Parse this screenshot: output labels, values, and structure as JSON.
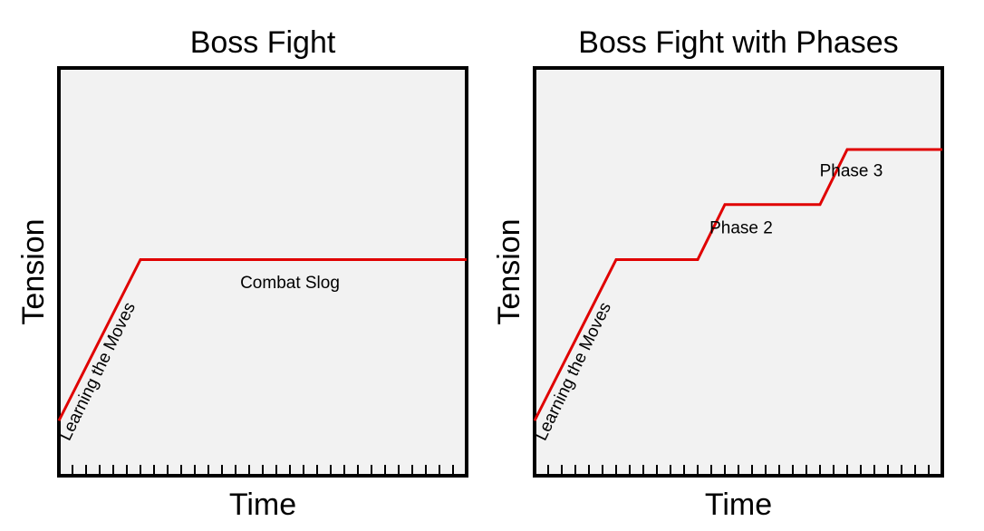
{
  "chart_data": [
    {
      "type": "line",
      "title": "Boss Fight",
      "xlabel": "Time",
      "ylabel": "Tension",
      "xlim": [
        0,
        30
      ],
      "ylim": [
        0,
        10
      ],
      "x_ticks": 30,
      "series": [
        {
          "x": [
            0,
            6,
            30
          ],
          "y": [
            1.35,
            5.3,
            5.3
          ]
        }
      ],
      "annotations": [
        {
          "text": "Learning the Moves",
          "x": 3.2,
          "y": 2.5,
          "rotation": -64
        },
        {
          "text": "Combat Slog",
          "x": 17,
          "y": 4.6,
          "rotation": 0
        }
      ],
      "colors": {
        "line": "#e00000",
        "plot_bg": "#f2f2f2",
        "frame": "#000000"
      }
    },
    {
      "type": "line",
      "title": "Boss Fight with Phases",
      "xlabel": "Time",
      "ylabel": "Tension",
      "xlim": [
        0,
        30
      ],
      "ylim": [
        0,
        10
      ],
      "x_ticks": 30,
      "series": [
        {
          "x": [
            0,
            6,
            12,
            14,
            21,
            23,
            30
          ],
          "y": [
            1.35,
            5.3,
            5.3,
            6.65,
            6.65,
            8.0,
            8.0
          ]
        }
      ],
      "annotations": [
        {
          "text": "Learning the Moves",
          "x": 3.2,
          "y": 2.5,
          "rotation": -64
        },
        {
          "text": "Phase 2",
          "x": 15.2,
          "y": 5.95,
          "rotation": 0
        },
        {
          "text": "Phase 3",
          "x": 23.3,
          "y": 7.35,
          "rotation": 0
        }
      ],
      "colors": {
        "line": "#e00000",
        "plot_bg": "#f2f2f2",
        "frame": "#000000"
      }
    }
  ]
}
